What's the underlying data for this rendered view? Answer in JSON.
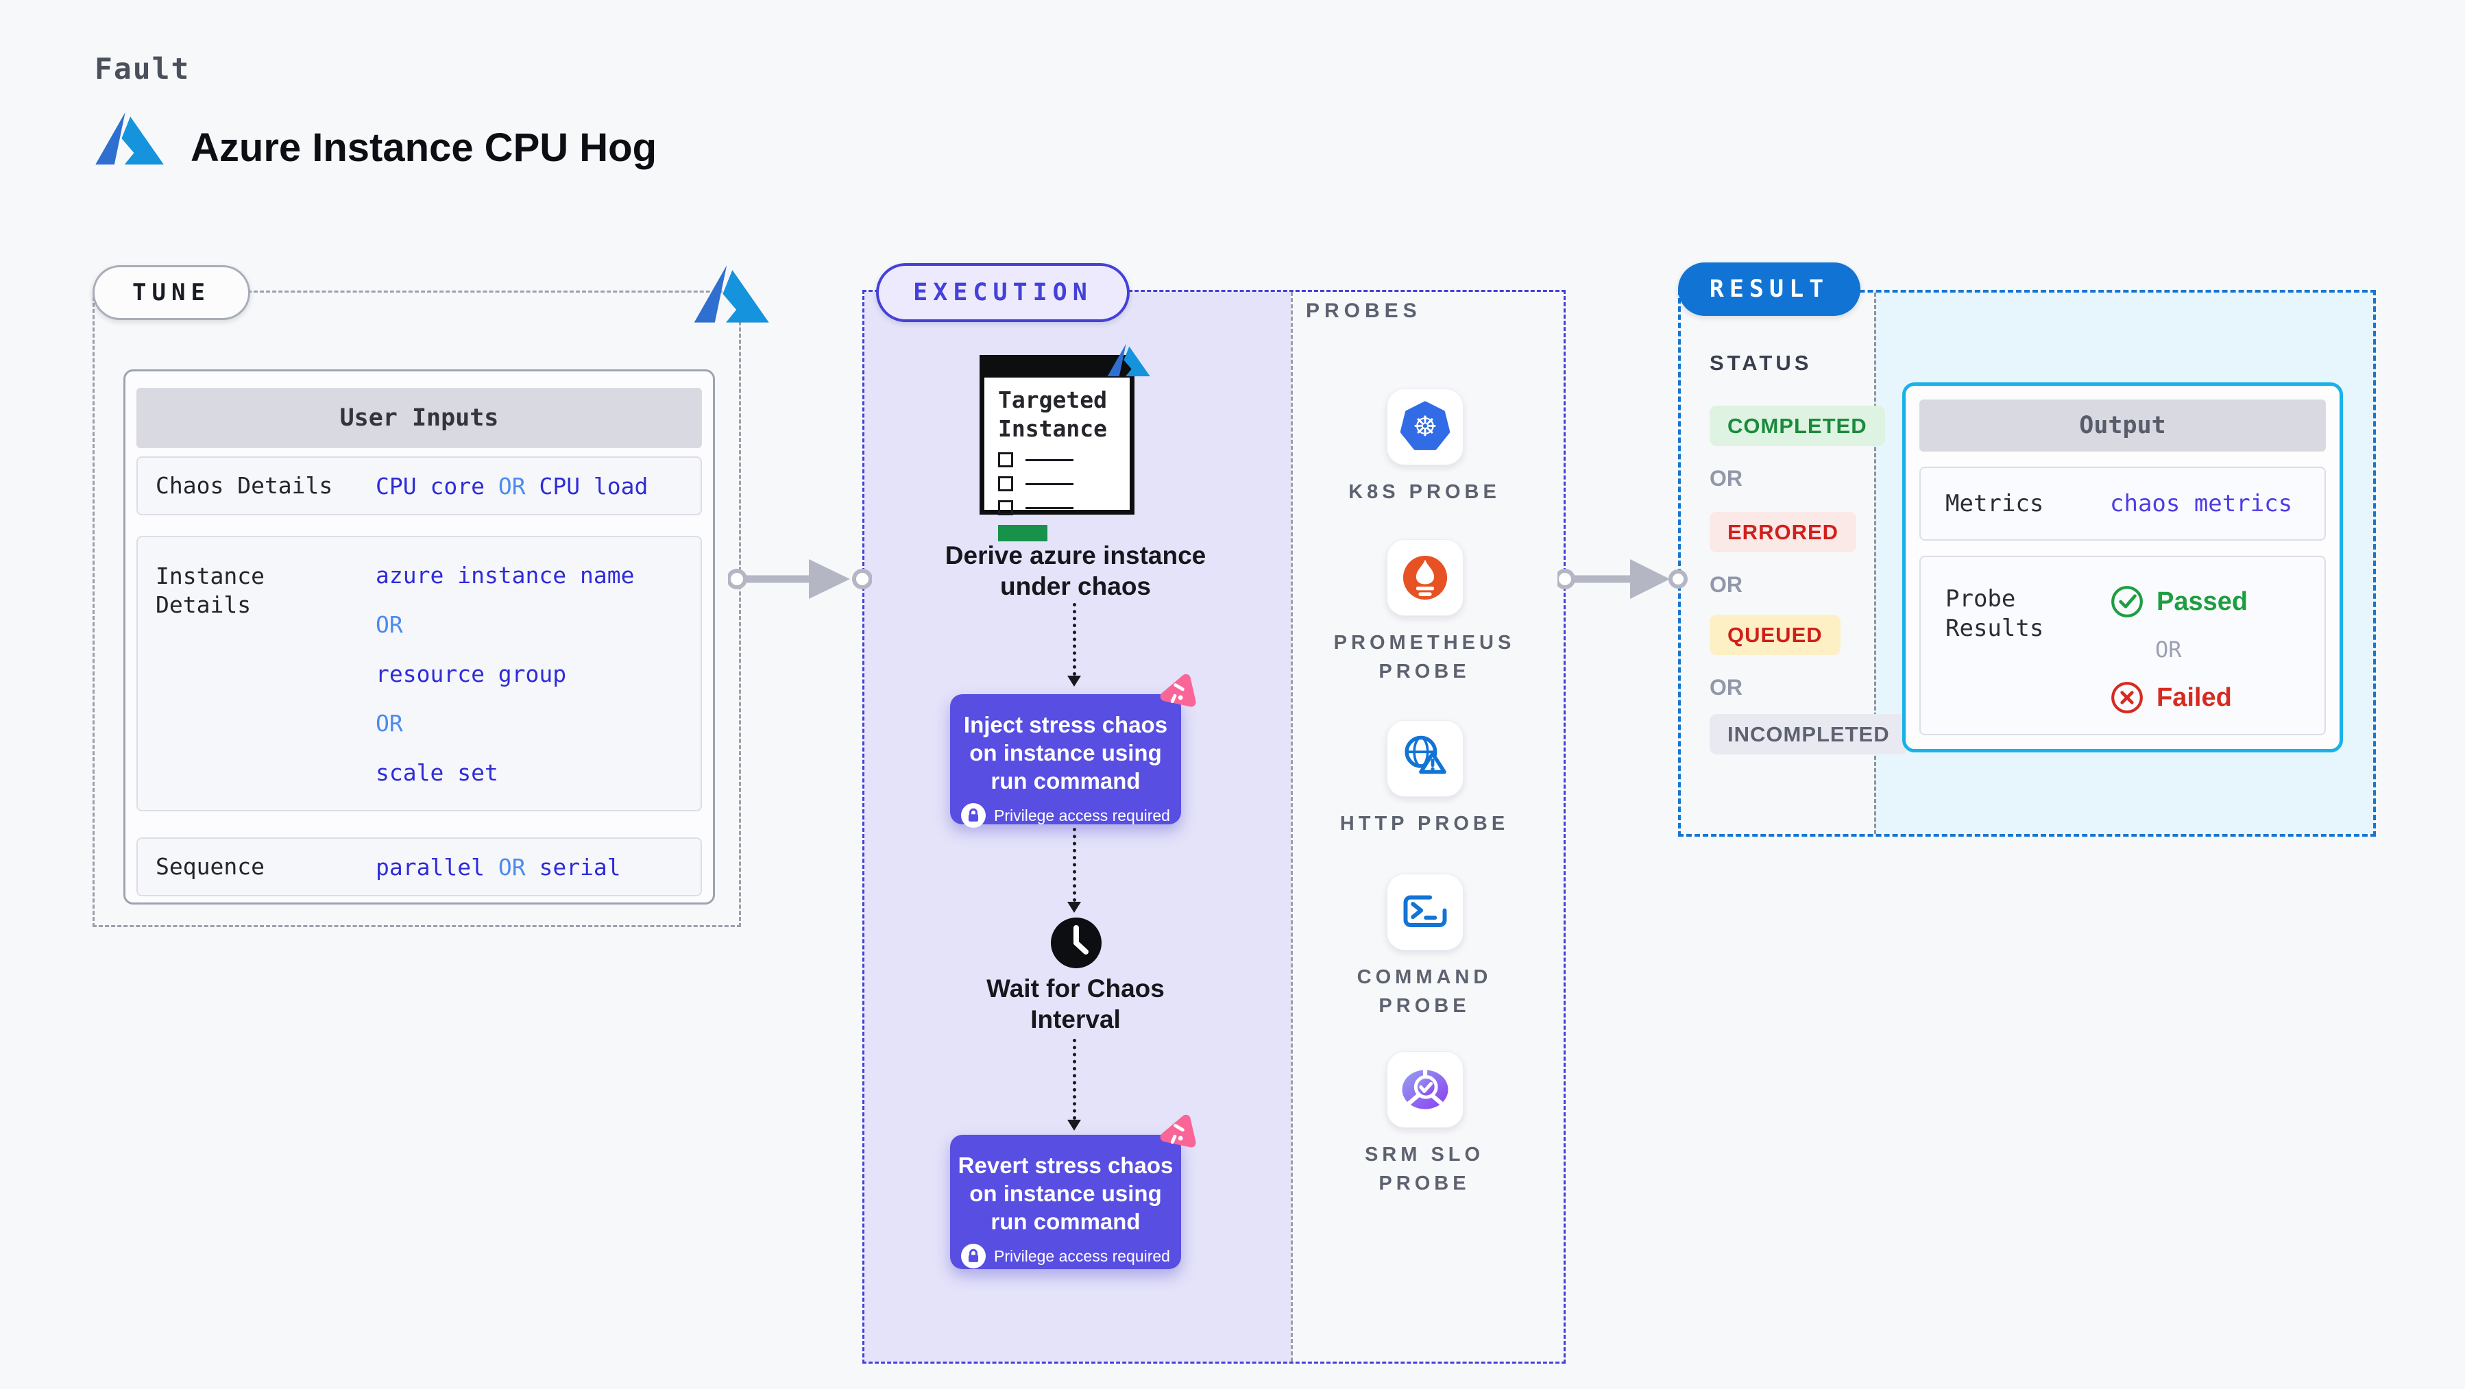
{
  "header": {
    "eyebrow": "Fault",
    "title": "Azure Instance CPU Hog"
  },
  "tune": {
    "label": "TUNE",
    "user_inputs_header": "User Inputs",
    "chaos_details": {
      "label": "Chaos Details",
      "option_a": "CPU core",
      "or": "OR",
      "option_b": "CPU load"
    },
    "instance_details": {
      "label": "Instance Details",
      "values": [
        "azure instance name",
        "OR",
        "resource group",
        "OR",
        "scale set"
      ]
    },
    "sequence": {
      "label": "Sequence",
      "option_a": "parallel",
      "or": "OR",
      "option_b": "serial"
    }
  },
  "execution": {
    "label": "EXECUTION",
    "target_window_title": "Targeted Instance",
    "derive_caption": "Derive azure instance under chaos",
    "inject_step": {
      "text": "Inject stress chaos on instance using run command",
      "badge": "Privilege access required"
    },
    "wait_caption": "Wait for Chaos Interval",
    "revert_step": {
      "text": "Revert stress chaos on instance using run command",
      "badge": "Privilege access required"
    }
  },
  "probes": {
    "label": "PROBES",
    "items": [
      {
        "icon": "kubernetes-icon",
        "label": "K8S PROBE"
      },
      {
        "icon": "prometheus-icon",
        "label": "PROMETHEUS PROBE"
      },
      {
        "icon": "http-globe-icon",
        "label": "HTTP PROBE"
      },
      {
        "icon": "command-terminal-icon",
        "label": "COMMAND PROBE"
      },
      {
        "icon": "srm-slo-icon",
        "label": "SRM SLO PROBE"
      }
    ]
  },
  "result": {
    "label": "RESULT",
    "status": {
      "label": "STATUS",
      "completed": "COMPLETED",
      "or_1": "OR",
      "errored": "ERRORED",
      "or_2": "OR",
      "queued": "QUEUED",
      "or_3": "OR",
      "incompleted": "INCOMPLETED"
    },
    "output": {
      "header": "Output",
      "metrics_label": "Metrics",
      "metrics_value": "chaos metrics",
      "probe_results_label": "Probe Results",
      "passed": "Passed",
      "or": "OR",
      "failed": "Failed"
    }
  },
  "colors": {
    "accent_indigo": "#4440d8",
    "value_blue": "#2f2cd9",
    "or_blue": "#4b8bf0",
    "step_purple": "#584ee2",
    "chaos_pink": "#fa6598",
    "result_blue": "#1173d3",
    "output_cyan": "#18b2e8",
    "passed_green": "#1e9e40",
    "failed_red": "#d62b20",
    "completed_green": "#1b8a3c",
    "errored_red": "#d0211c",
    "lavender": "#e4e3f9"
  }
}
